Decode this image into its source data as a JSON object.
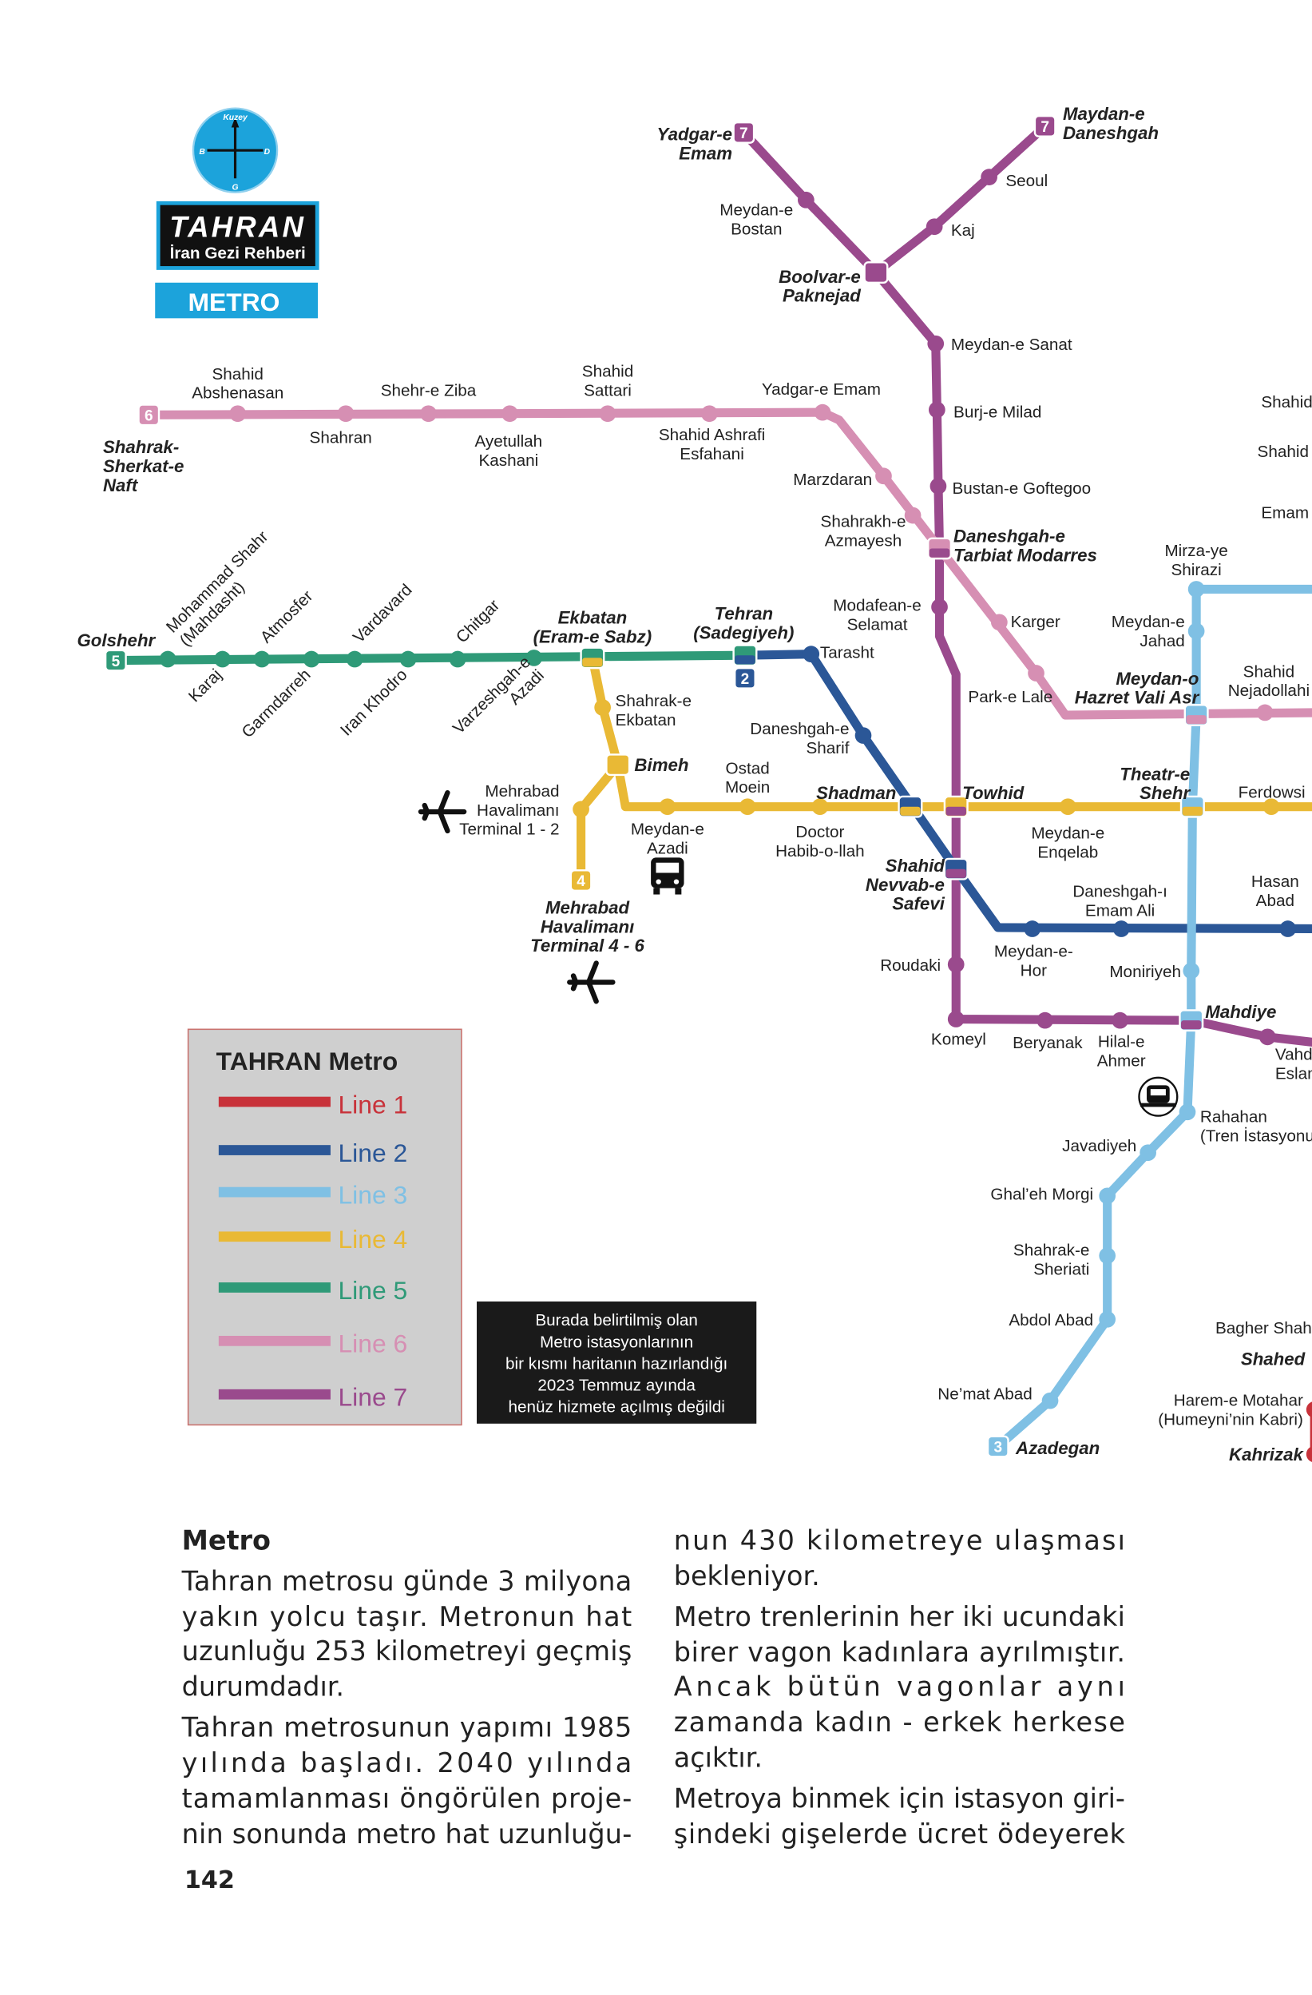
{
  "header": {
    "compass": {
      "north": "Kuzey",
      "west": "B",
      "east": "D",
      "south": "G"
    },
    "title": "TAHRAN",
    "subtitle": "İran Gezi Rehberi",
    "section": "METRO"
  },
  "colors": {
    "line1": "#c8323a",
    "line2": "#2b5797",
    "line3": "#7fc0e4",
    "line4": "#e9b935",
    "line5": "#2f9a78",
    "line6": "#d68fb3",
    "line7": "#9a4a8d",
    "compass": "#1ca3db"
  },
  "badges": {
    "l6": "6",
    "l5": "5",
    "l7a": "7",
    "l7b": "7",
    "l2": "2",
    "l4": "4",
    "l3": "3"
  },
  "stations": {
    "yadgar7": [
      "Yadgar-e",
      "Emam"
    ],
    "daneshgah7": [
      "Maydan-e",
      "Daneshgah"
    ],
    "seoul": [
      "Seoul"
    ],
    "kaj": [
      "Kaj"
    ],
    "bostan": [
      "Meydan-e",
      "Bostan"
    ],
    "paknejad": [
      "Boolvar-e",
      "Paknejad"
    ],
    "sanat": [
      "Meydan-e Sanat"
    ],
    "milad": [
      "Burj-e Milad"
    ],
    "goftegoo": [
      "Bustan-e Goftegoo"
    ],
    "tarbiat": [
      "Daneshgah-e",
      "Tarbiat Modarres"
    ],
    "selamat": [
      "Modafean-e",
      "Selamat"
    ],
    "tarasht": [
      "Tarasht"
    ],
    "sharif": [
      "Daneshgah-e",
      "Sharif"
    ],
    "shadman": [
      "Shadman"
    ],
    "towhid": [
      "Towhid"
    ],
    "nevvab": [
      "Shahid",
      "Nevvab-e",
      "Safevi"
    ],
    "roudaki": [
      "Roudaki"
    ],
    "komeyl": [
      "Komeyl"
    ],
    "beryanak": [
      "Beryanak"
    ],
    "hilal": [
      "Hilal-e",
      "Ahmer"
    ],
    "mahdiye": [
      "Mahdiye"
    ],
    "vahdat": [
      "Vahdat-e",
      "Eslami"
    ],
    "rahahan": [
      "Rahahan",
      "(Tren İstasyonu)"
    ],
    "javadiyeh": [
      "Javadiyeh"
    ],
    "ghaleh": [
      "Ghal’eh Morgi"
    ],
    "sheriati": [
      "Shahrak-e",
      "Sheriati"
    ],
    "abdol": [
      "Abdol Abad"
    ],
    "nemat": [
      "Ne’mat Abad"
    ],
    "azadegan": [
      "Azadegan"
    ],
    "bagher": [
      "Bagher Shahr"
    ],
    "shahed": [
      "Shahed"
    ],
    "harem": [
      "Harem-e Motahar",
      "(Humeyni’nin Kabri)"
    ],
    "kahrizak": [
      "Kahrizak"
    ],
    "moniriyeh": [
      "Moniriyeh"
    ],
    "hasan": [
      "Hasan",
      "Abad"
    ],
    "emamali": [
      "Daneshgah-ı",
      "Emam Ali"
    ],
    "hor": [
      "Meydan-e-",
      "Hor"
    ],
    "enqelab": [
      "Meydan-e",
      "Enqelab"
    ],
    "theatr": [
      "Theatr-e",
      "Shehr"
    ],
    "ferdowsi": [
      "Ferdowsi"
    ],
    "valiasr": [
      "Meydan-o",
      "Hazret Vali Asr"
    ],
    "nejad": [
      "Shahid",
      "Nejadollahi"
    ],
    "jahad": [
      "Meydan-e",
      "Jahad"
    ],
    "mirza": [
      "Mirza-ye",
      "Shirazi"
    ],
    "cut1": [
      "Shahid"
    ],
    "cut2": [
      "Shahid"
    ],
    "cut3": [
      "Emam"
    ],
    "karger": [
      "Karger"
    ],
    "parklale": [
      "Park-e Lale"
    ],
    "azmayesh": [
      "Shahrakh-e",
      "Azmayesh"
    ],
    "marzdaran": [
      "Marzdaran"
    ],
    "yadgar6": [
      "Yadgar-e Emam"
    ],
    "ashrafi": [
      "Shahid Ashrafi",
      "Esfahani"
    ],
    "sattari": [
      "Shahid",
      "Sattari"
    ],
    "kashani": [
      "Ayetullah",
      "Kashani"
    ],
    "ziba": [
      "Shehr-e Ziba"
    ],
    "shahran": [
      "Shahran"
    ],
    "abshenasan": [
      "Shahid",
      "Abshenasan"
    ],
    "naft": [
      "Shahrak-",
      "Sherkat-e",
      "Naft"
    ],
    "golshehr": [
      "Golshehr"
    ],
    "ekbatan": [
      "Ekbatan",
      "(Eram-e Sabz)"
    ],
    "sadegiyeh": [
      "Tehran",
      "(Sadegiyeh)"
    ],
    "shahrakekb": [
      "Shahrak-e",
      "Ekbatan"
    ],
    "bimeh": [
      "Bimeh"
    ],
    "moein": [
      "Ostad",
      "Moein"
    ],
    "azadi": [
      "Meydan-e",
      "Azadi"
    ],
    "habib": [
      "Doctor",
      "Habib-o-llah"
    ],
    "term12": [
      "Mehrabad",
      "Havalimanı",
      "Terminal 1 - 2"
    ],
    "term46": [
      "Mehrabad",
      "Havalimanı",
      "Terminal 4 - 6"
    ],
    "mohammad": [
      "Mohammad Shahr",
      "(Mahdasht)"
    ],
    "karaj": [
      "Karaj"
    ],
    "atmosfer": [
      "Atmosfer"
    ],
    "garmdarreh": [
      "Garmdarreh"
    ],
    "vardavard": [
      "Vardavard"
    ],
    "irankhodro": [
      "Iran Khodro"
    ],
    "chitgar": [
      "Chitgar"
    ],
    "varzeshgah": [
      "Varzeshgah-e",
      "Azadi"
    ]
  },
  "legend": {
    "title": "TAHRAN Metro",
    "items": [
      "Line 1",
      "Line 2",
      "Line 3",
      "Line 4",
      "Line 5",
      "Line 6",
      "Line 7"
    ]
  },
  "note": [
    "Burada belirtilmiş olan",
    "Metro istasyonlarının",
    "bir kısmı haritanın hazırlandığı",
    "2023 Temmuz ayında",
    "henüz hizmete açılmış değildi"
  ],
  "article": {
    "heading": "Metro",
    "left": [
      "Tahran metrosu günde 3 milyona",
      "yakın yolcu taşır. Metronun hat",
      "uzunluğu 253 kilometreyi geçmiş",
      "durumdadır.",
      "Tahran metrosunun yapımı 1985",
      "yılında başladı. 2040 yılında",
      "tamamlanması öngörülen proje-",
      "nin sonunda metro hat uzunluğu-"
    ],
    "right": [
      "nun 430 kilometreye ulaşması",
      "bekleniyor.",
      "Metro trenlerinin her iki ucundaki",
      "birer vagon kadınlara ayrılmıştır.",
      "Ancak bütün vagonlar aynı",
      "zamanda kadın - erkek herkese",
      "açıktır.",
      "Metroya binmek için istasyon giri-",
      "şindeki gişelerde ücret ödeyerek"
    ]
  },
  "page_number": "142"
}
